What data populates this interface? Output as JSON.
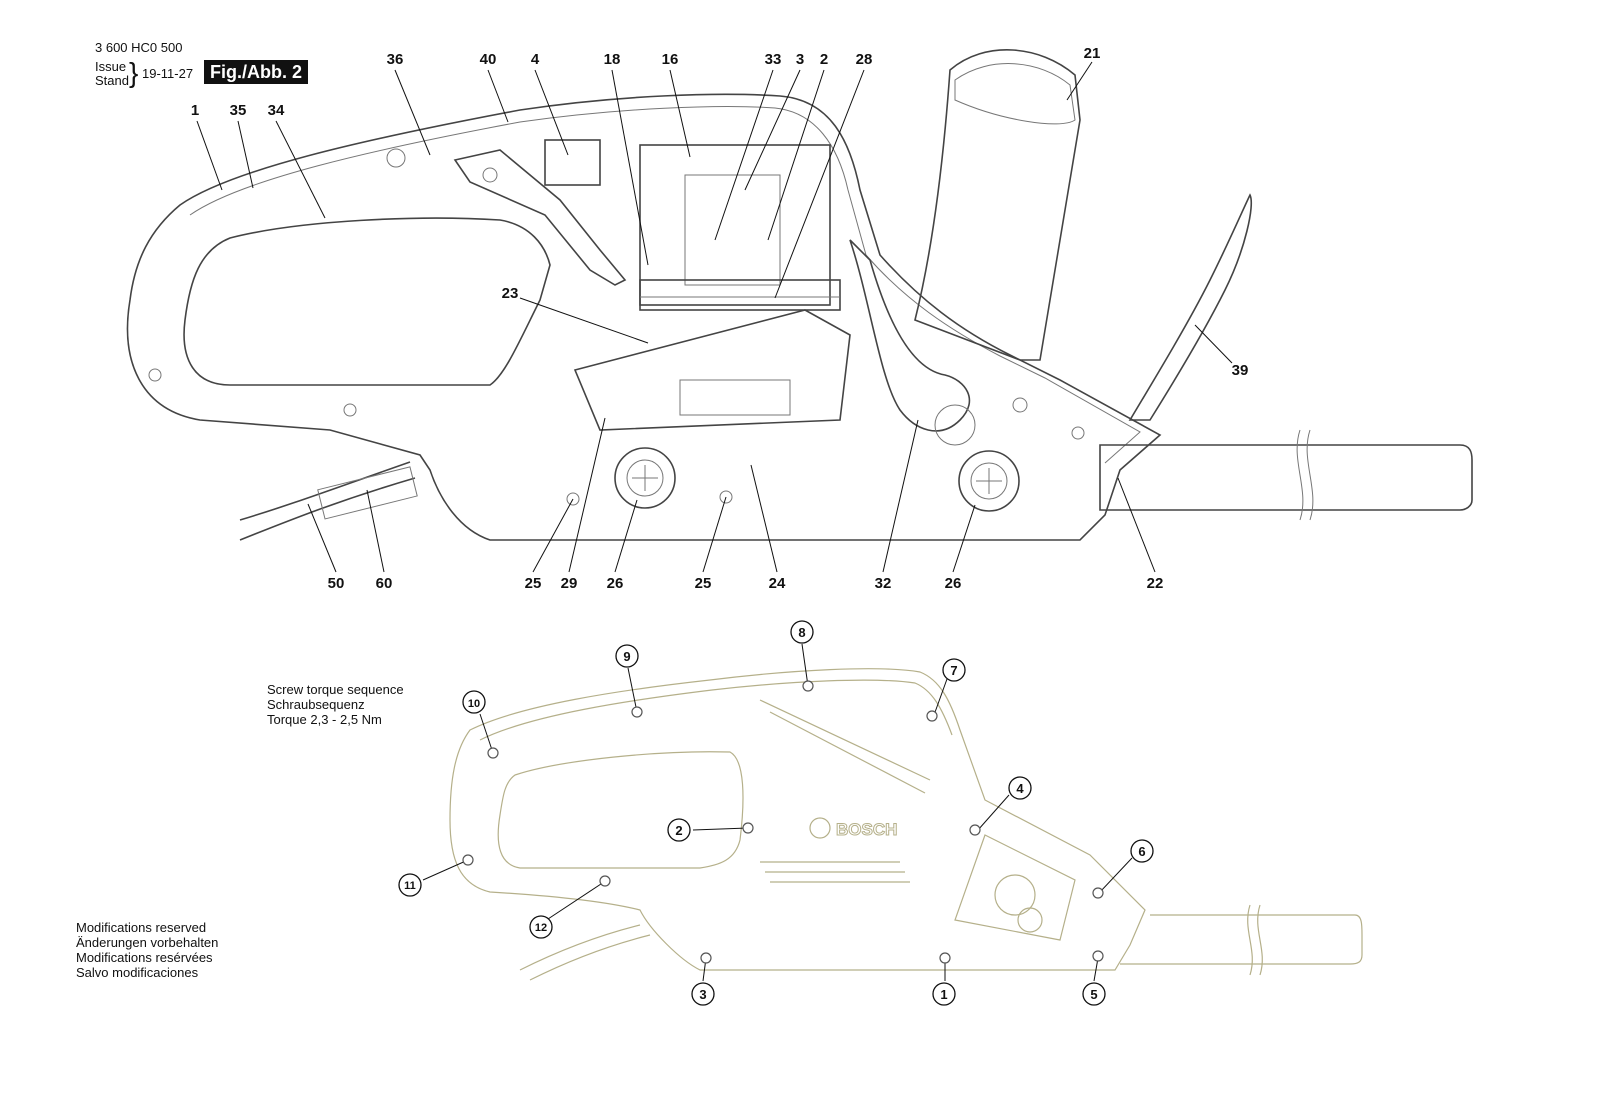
{
  "header": {
    "part_number": "3 600 HC0 500",
    "issue_label": "Issue",
    "stand_label": "Stand",
    "date": "19-11-27",
    "figure_label": "Fig./Abb. 2"
  },
  "torque_note": {
    "line1": "Screw torque sequence",
    "line2": "Schraubsequenz",
    "line3": "Torque 2,3 - 2,5 Nm"
  },
  "modifications_note": {
    "line1": "Modifications reserved",
    "line2": "Änderungen vorbehalten",
    "line3": "Modifications resérvées",
    "line4": "Salvo modificaciones"
  },
  "brand_logo_text": "BOSCH",
  "part_labels_top": [
    "36",
    "40",
    "4",
    "18",
    "16",
    "33",
    "3",
    "2",
    "28",
    "21"
  ],
  "part_labels_left": [
    "1",
    "35",
    "34",
    "23"
  ],
  "part_labels_right": [
    "39"
  ],
  "part_labels_bottom": [
    "50",
    "60",
    "25",
    "29",
    "26",
    "25",
    "24",
    "32",
    "26",
    "22"
  ],
  "screw_sequence": [
    "1",
    "2",
    "3",
    "4",
    "5",
    "6",
    "7",
    "8",
    "9",
    "10",
    "11",
    "12"
  ]
}
